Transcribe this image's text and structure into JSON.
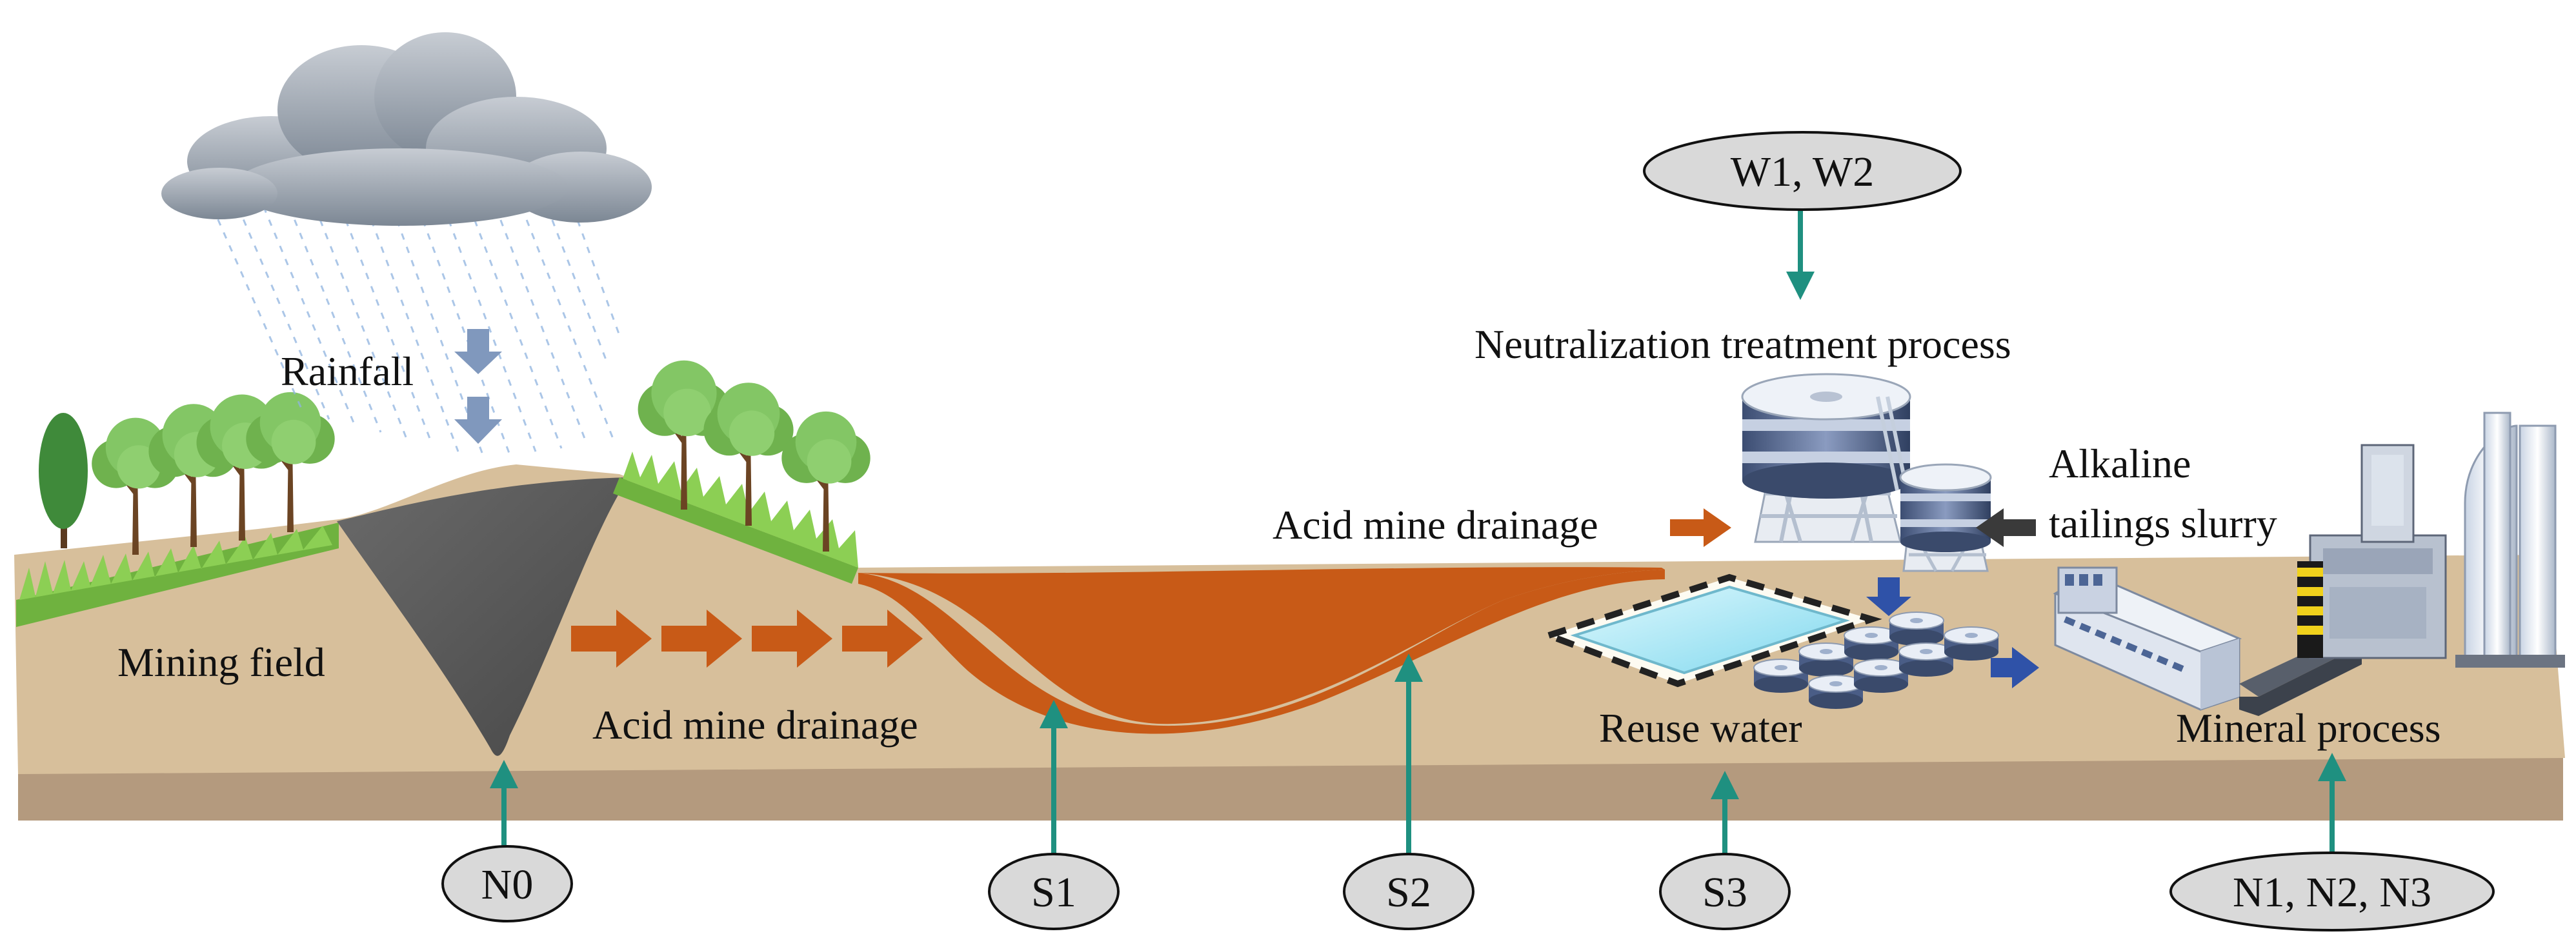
{
  "labels": {
    "rainfall": "Rainfall",
    "mining_field": "Mining field",
    "acid_mine_drainage_flow": "Acid mine drainage",
    "neutralization": "Neutralization treatment process",
    "acid_mine_drainage_input": "Acid mine drainage",
    "alkaline_line1": "Alkaline",
    "alkaline_line2": "tailings slurry",
    "reuse_water": "Reuse water",
    "mineral_process": "Mineral process"
  },
  "sampling_points": {
    "n0": "N0",
    "s1": "S1",
    "s2": "S2",
    "s3": "S3",
    "n123": "N1, N2, N3",
    "w12": "W1, W2"
  },
  "colors": {
    "ground_top": "#d7bf9b",
    "ground_side": "#b49a7e",
    "pit": "#5a5a5a",
    "acid_drainage": "#c85a17",
    "grass": "#7cc24a",
    "tree_foliage": "#7bbf5a",
    "tree_trunk": "#6b4423",
    "teal_arrow": "#1f9080",
    "oval_fill": "#d9d9d9",
    "rain_arrow": "#8098bd",
    "treatment_arrow_blue": "#2f52a8",
    "slurry_arrow": "#3a3a3a",
    "pool_water": "#9fe6f4"
  }
}
